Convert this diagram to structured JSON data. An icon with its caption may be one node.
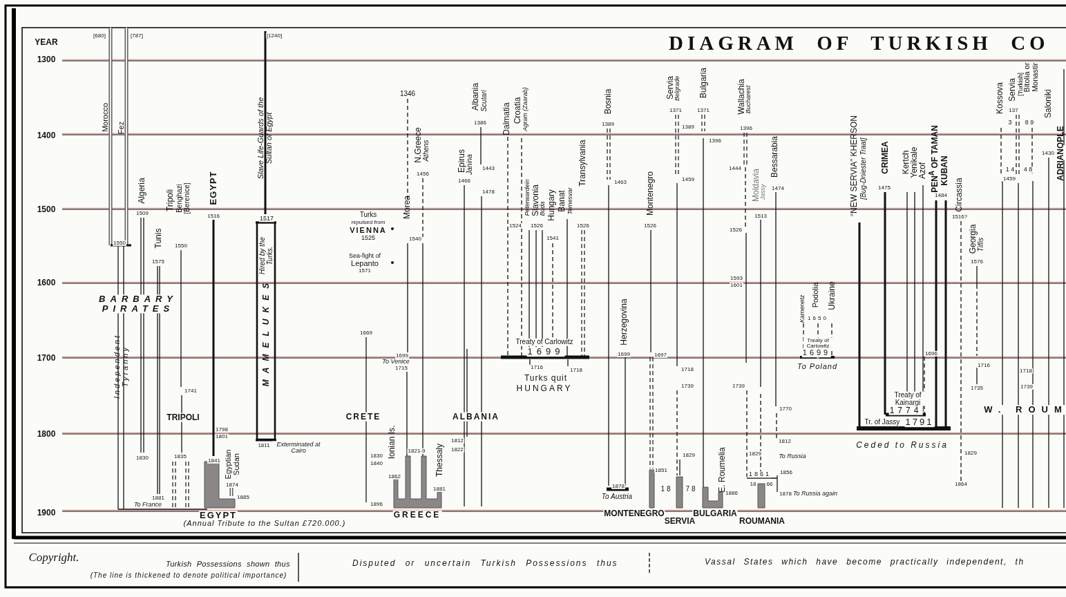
{
  "diagram": {
    "title": "DIAGRAM OF TURKISH CO",
    "labels": [
      "YEAR",
      "1300",
      "1400",
      "1500",
      "1600",
      "1700",
      "1800",
      "1900",
      "[680]",
      "[787]",
      "[1240]",
      "Morocco",
      "Fez",
      "1550",
      "Algeria",
      "1509",
      "Tunis",
      "1575",
      "Tripoli",
      "Benghazi [Berenice]",
      "1550",
      "EGYPT",
      "1516",
      "Slave Life-Guards of the Sultan of Egypt",
      "1517",
      "Hired by the Turks.",
      "MAMELUKES",
      "BARBARY PIRATES",
      "Independent Tyranny",
      "1741",
      "TRIPOLI",
      "1798",
      "1801",
      "1811",
      "Exterminated at Cairo",
      "1830",
      "1835",
      "1841",
      "Egyptian Sudan",
      "1874",
      "1881",
      "1885",
      "To France",
      "EGYPT",
      "(Annual Tribute to the Sultan £720.000.)",
      "1346",
      "N.Greece",
      "Athens",
      "1456",
      "Morea",
      "1540",
      "Turks",
      "repulsed from",
      "VIENNA",
      "1525",
      "Sea-fight of",
      "Lepanto",
      "1571",
      "Albania",
      "Scutari",
      "1386",
      "1443",
      "Epirus",
      "Janina",
      "1466",
      "1478",
      "Dalmatia",
      "Croatia",
      "Agram (Zaarab)",
      "Peterwardein",
      "Slavonia",
      "Buda",
      "Hungary",
      "Banat",
      "Temesvar",
      "Transylvania",
      "1524",
      "1526",
      "1541",
      "1526",
      "1669",
      "Treaty of Carlowitz",
      "1699",
      "1699",
      "To Venice",
      "1715",
      "1716",
      "1718",
      "Turks quit",
      "HUNGARY",
      "CRETE",
      "ALBANIA",
      "Ionian Is.",
      "1812",
      "1822",
      "1821-9",
      "1830",
      "1840",
      "1862",
      "Thessaly",
      "1881",
      "1896",
      "GREECE",
      "Bosnia",
      "1389",
      "1463",
      "Montenegro",
      "1526",
      "Herzegovina",
      "1699",
      "1697",
      "1878",
      "To Austria",
      "1851",
      "18",
      "78",
      "MONTENEGRO",
      "SERVIA",
      "BULGARIA",
      "ROUMANIA",
      "Servia",
      "Belgrade",
      "1371",
      "1389",
      "1459",
      "Bulgaria",
      "1371",
      "1396",
      "1718",
      "1739",
      "1829",
      "E. Roumelia",
      "1886",
      "Wallachia",
      "Bucharest",
      "1396",
      "1444",
      "1526",
      "1593",
      "1601",
      "Moldavia",
      "Jassy",
      "1513",
      "Bessarabia",
      "1474",
      "1739",
      "1770",
      "1812",
      "To Russia",
      "1829",
      "1856",
      "1861",
      "18",
      "66",
      "1878",
      "To Russia again",
      "Kamenetz",
      "Podolia",
      "Ukraine",
      "1650",
      "Treaty of Carlowitz",
      "1699",
      "To Poland",
      "“NEW SERVIA” KHERSON",
      "[Bug-Dniester Traat]",
      "CRIMEA",
      "1475",
      "Kertch",
      "Yenikale",
      "Azof",
      "PEN$^{A}$ OF TAMAN",
      "KUBAN",
      "1484",
      "Circassia",
      "1516?",
      "Georgia",
      "Tiflis",
      "1576",
      "1696",
      "Treaty of Kainargi",
      "1774",
      "Tr. of Jassy",
      "1791",
      "Ceded to Russia",
      "1716",
      "1735",
      "1829",
      "1864",
      "Kossova",
      "3",
      "137",
      "8 9",
      "1 4",
      "4 8",
      "1459",
      "Servia",
      "[Turkish]",
      "Bitolia or Monastir",
      "Saloniki",
      "1430",
      "ADRIANOPLE",
      "1718",
      "1739",
      "W. ROUM",
      "Copyright.",
      "(The line is thickened to denote political importance)"
    ],
    "legend": [
      {
        "text": "Turkish Possessions shown thus"
      },
      {
        "text": "Disputed or uncertain Turkish Possessions thus"
      },
      {
        "text": "Vassal States which have become practically independent, th"
      }
    ]
  }
}
